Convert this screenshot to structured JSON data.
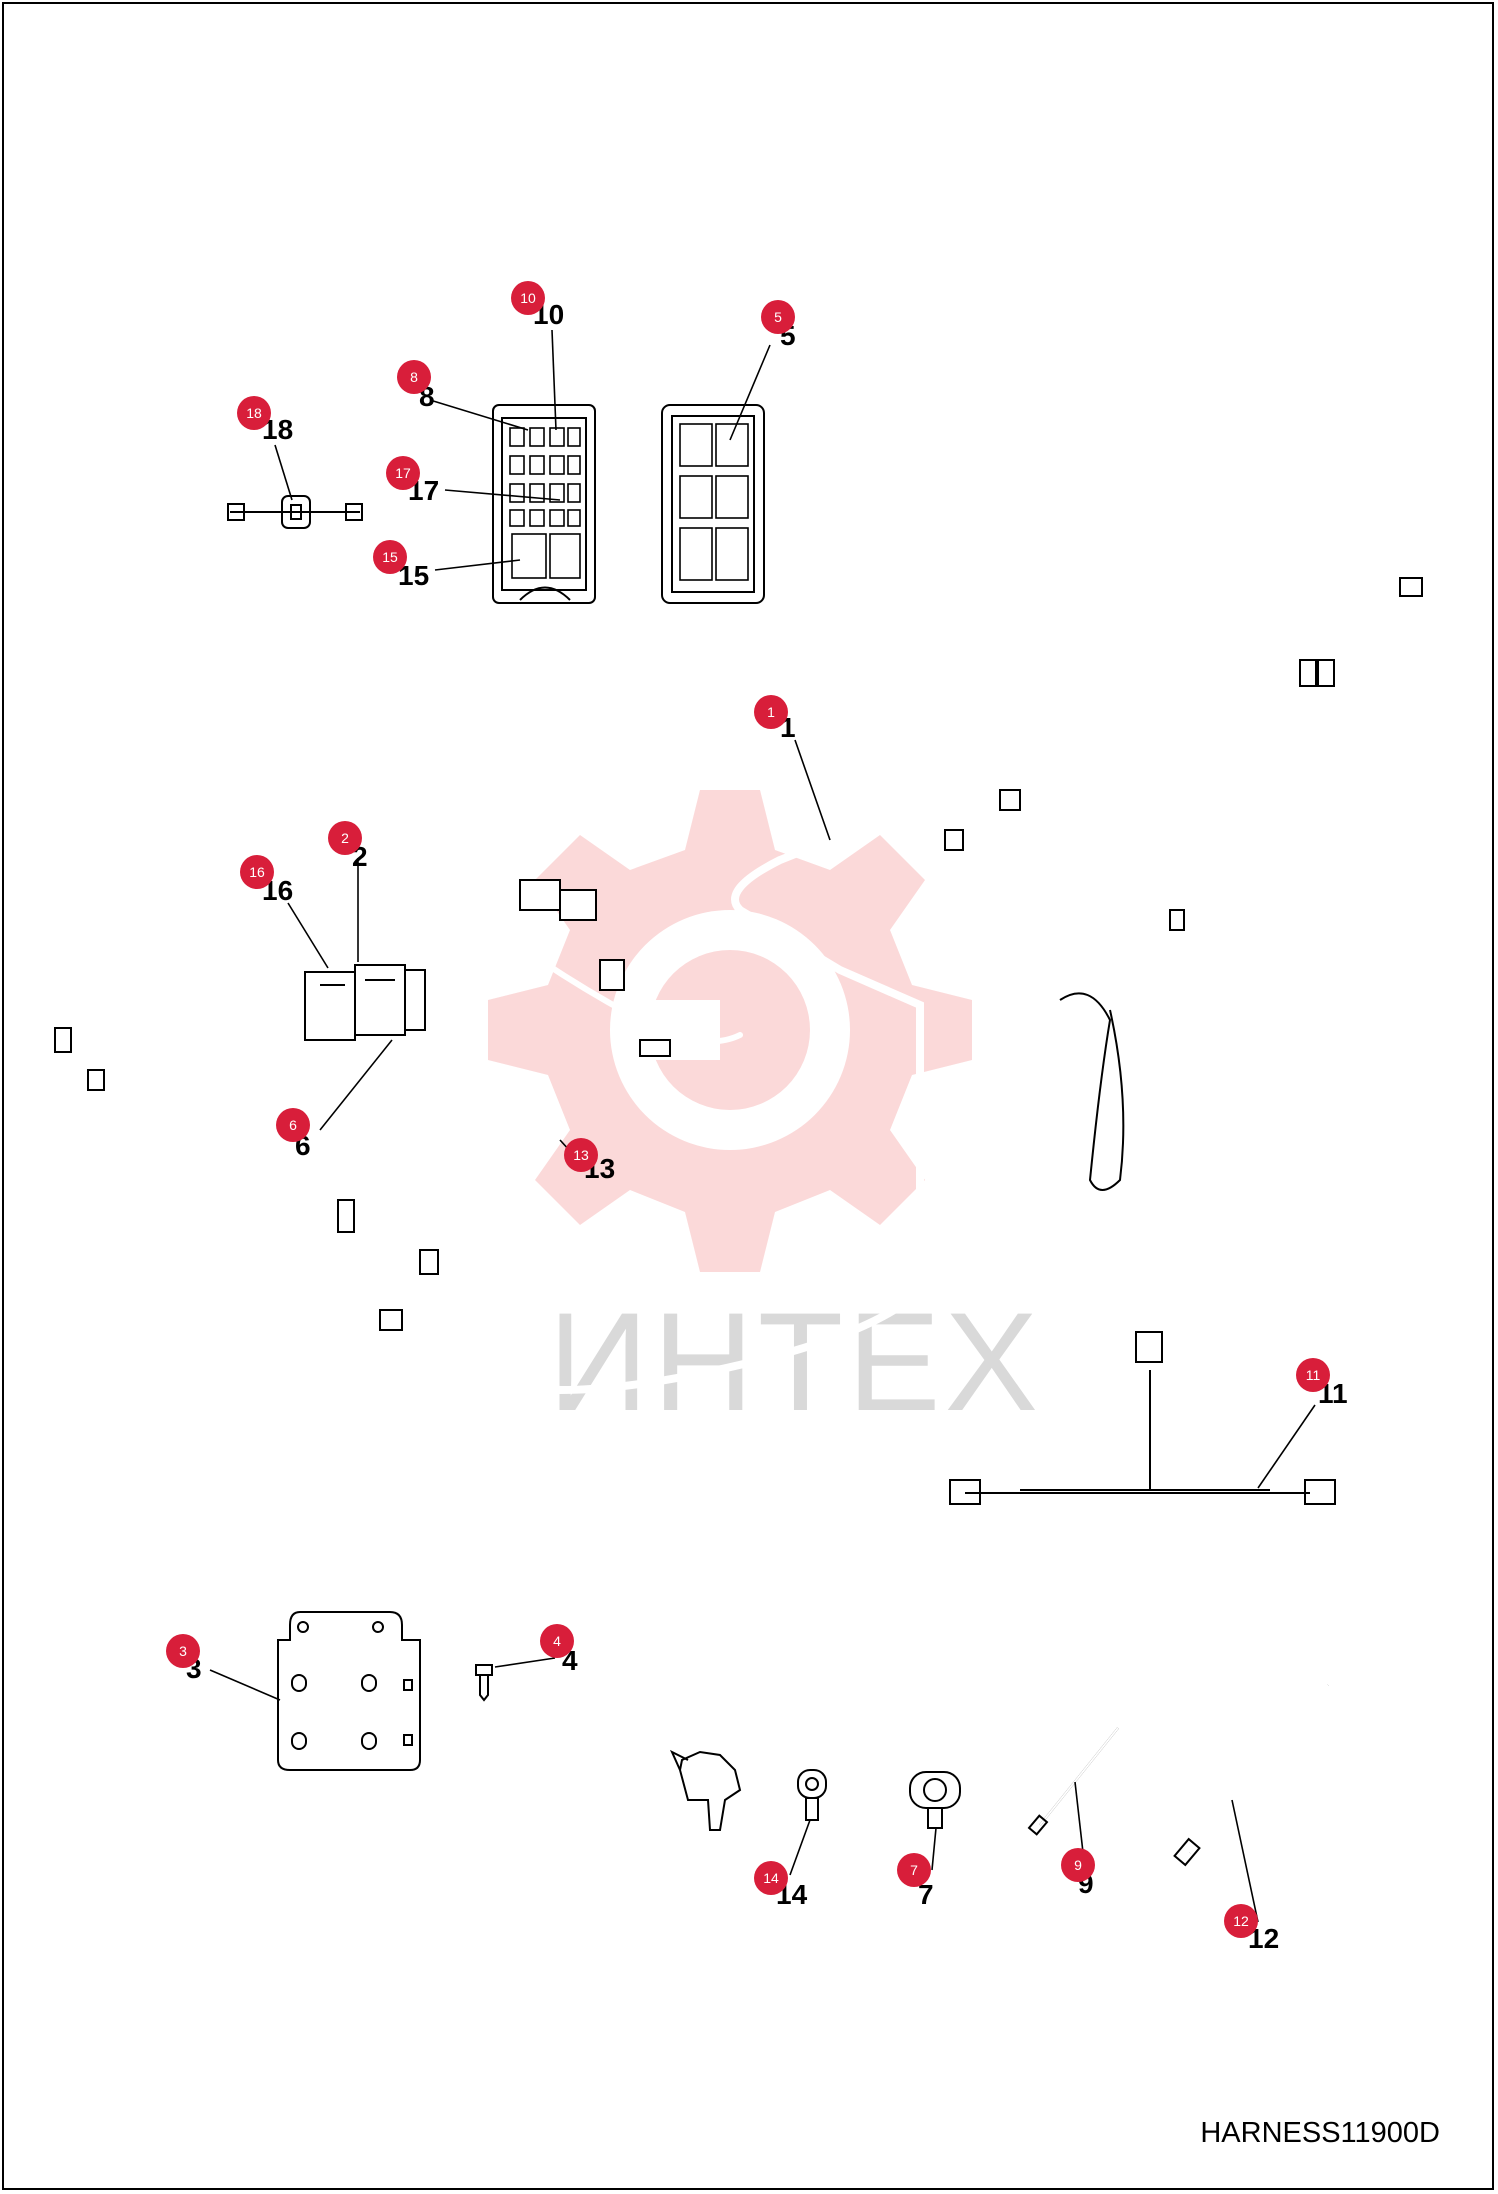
{
  "drawing_id": "HARNESS11900D",
  "watermark": "ИНТЕХ",
  "colors": {
    "callout": "#d81e3a",
    "watermark": "#fbd9d9",
    "line": "#000000"
  },
  "callouts": [
    {
      "id": "1",
      "label": "1"
    },
    {
      "id": "2",
      "label": "2"
    },
    {
      "id": "3",
      "label": "3"
    },
    {
      "id": "4",
      "label": "4"
    },
    {
      "id": "5",
      "label": "5"
    },
    {
      "id": "6",
      "label": "6"
    },
    {
      "id": "7",
      "label": "7"
    },
    {
      "id": "8",
      "label": "8"
    },
    {
      "id": "9",
      "label": "9"
    },
    {
      "id": "10",
      "label": "10"
    },
    {
      "id": "11",
      "label": "11"
    },
    {
      "id": "12",
      "label": "12"
    },
    {
      "id": "13",
      "label": "13"
    },
    {
      "id": "14",
      "label": "14"
    },
    {
      "id": "15",
      "label": "15"
    },
    {
      "id": "16",
      "label": "16"
    },
    {
      "id": "17",
      "label": "17"
    },
    {
      "id": "18",
      "label": "18"
    }
  ]
}
